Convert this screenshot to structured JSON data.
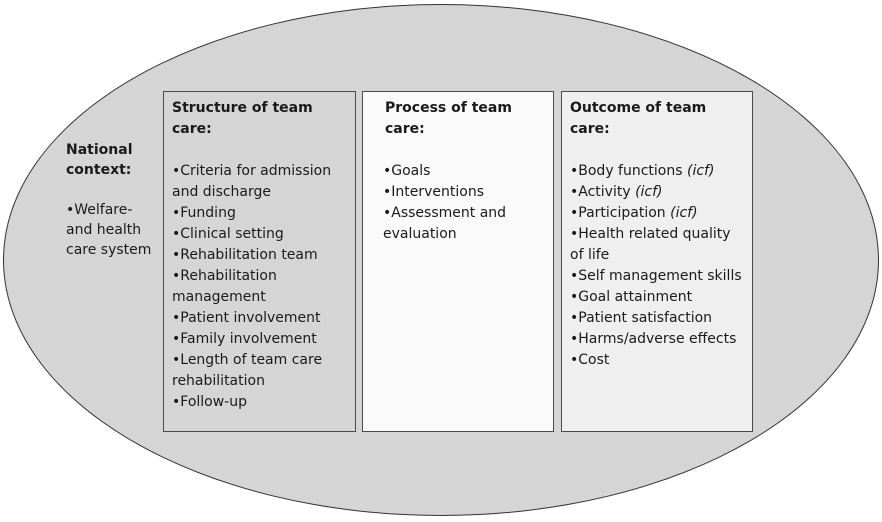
{
  "context": {
    "title": "National context:",
    "items": [
      "Welfare- and health care system"
    ]
  },
  "structure": {
    "title": "Structure of team care:",
    "items": [
      "Criteria for admission and discharge",
      "Funding",
      "Clinical setting",
      "Rehabilitation team",
      "Rehabilitation management",
      "Patient involvement",
      "Family involvement",
      "Length of team care rehabilitation",
      "Follow-up"
    ]
  },
  "process": {
    "title": "Process of team care:",
    "items": [
      "Goals",
      "Interventions",
      "Assessment and evaluation"
    ]
  },
  "outcome": {
    "title": "Outcome of team care:",
    "items": [
      {
        "text": "Body functions ",
        "note": "(icf)"
      },
      {
        "text": "Activity ",
        "note": "(icf)"
      },
      {
        "text": "Participation ",
        "note": "(icf)"
      },
      {
        "text": "Health related quality of life",
        "note": ""
      },
      {
        "text": "Self management skills",
        "note": ""
      },
      {
        "text": "Goal attainment",
        "note": ""
      },
      {
        "text": "Patient satisfaction",
        "note": ""
      },
      {
        "text": "Harms/adverse effects",
        "note": ""
      },
      {
        "text": "Cost",
        "note": ""
      }
    ]
  },
  "colors": {
    "ellipse_fill": "#d5d5d5",
    "structure_fill": "#d5d5d5",
    "process_fill": "#fafafa",
    "outcome_fill": "#efefef"
  }
}
